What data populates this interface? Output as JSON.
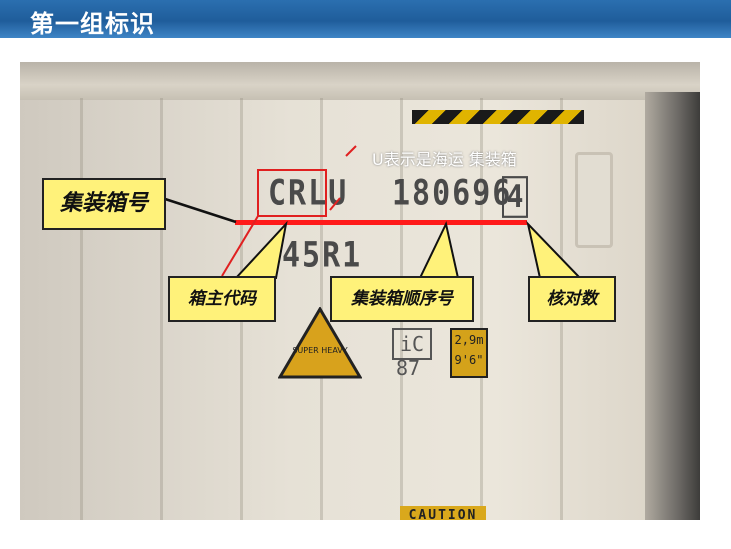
{
  "slide": {
    "title": "第一组标识",
    "header_color": "#2466a8"
  },
  "photo": {
    "owner_code": "CRLU",
    "serial_number": "180696",
    "check_digit": "4",
    "size_type_code": "45R1",
    "warning_label": "SUPER HEAVY",
    "ic_mark": "iC",
    "ic_number": "87",
    "height_mark_line1": "2,9m",
    "height_mark_line2": "9'6\"",
    "caution_label": "CAUTION"
  },
  "annotations": {
    "u_note": "U表示是海运 集装箱",
    "container_number": "集装箱号",
    "owner_code": "箱主代码",
    "sequence_number": "集装箱顺序号",
    "check_digit": "核对数",
    "callout_color": "#fff27a",
    "line_color": "#ff1a1a"
  }
}
